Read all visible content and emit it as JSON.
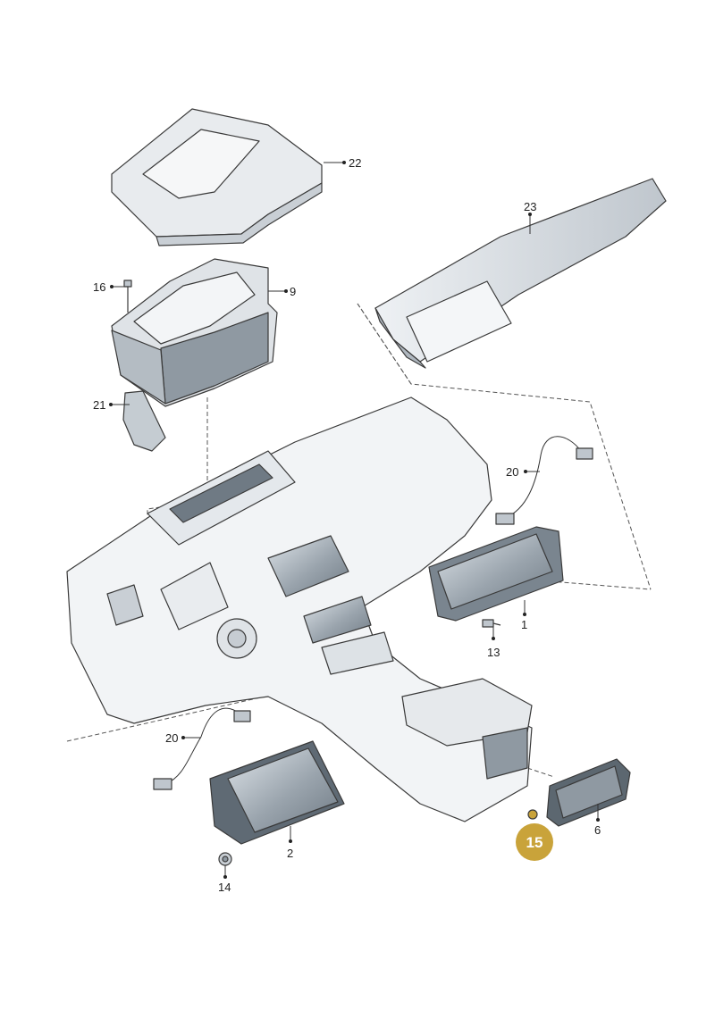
{
  "diagram": {
    "callouts": [
      {
        "id": "22",
        "label": "22"
      },
      {
        "id": "23",
        "label": "23"
      },
      {
        "id": "16",
        "label": "16"
      },
      {
        "id": "9",
        "label": "9"
      },
      {
        "id": "21",
        "label": "21"
      },
      {
        "id": "20a",
        "label": "20"
      },
      {
        "id": "1",
        "label": "1"
      },
      {
        "id": "13",
        "label": "13"
      },
      {
        "id": "20b",
        "label": "20"
      },
      {
        "id": "2",
        "label": "2"
      },
      {
        "id": "14",
        "label": "14"
      },
      {
        "id": "6",
        "label": "6"
      }
    ],
    "highlight": {
      "label": "15",
      "color": "#c9a33a"
    },
    "colors": {
      "part_fill": "#e9ecef",
      "part_shade": "#c3c9cf",
      "screen_dark": "#7f8a94",
      "screen_light": "#dfe5ea",
      "outline": "#3a3a3a"
    }
  }
}
